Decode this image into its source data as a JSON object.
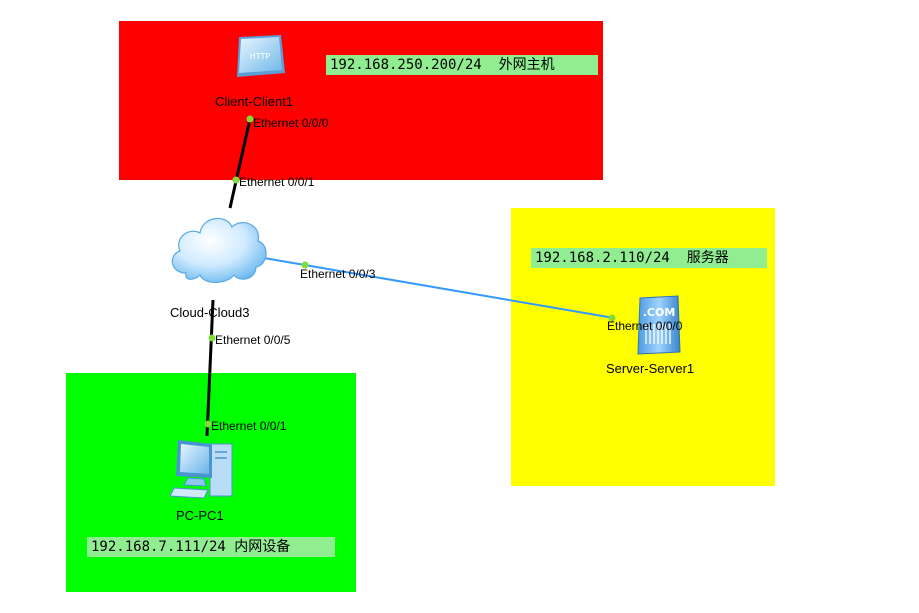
{
  "zones": {
    "external": {
      "color": "#ff0000",
      "note": "192.168.250.200/24  外网主机"
    },
    "server": {
      "color": "#ffff00",
      "note": "192.168.2.110/24  服务器"
    },
    "internal": {
      "color": "#00ff00",
      "note": "192.168.7.111/24 内网设备"
    }
  },
  "devices": {
    "client": {
      "label": "Client-Client1",
      "icon": "http-client-icon",
      "icon_text": "HTTP"
    },
    "cloud": {
      "label": "Cloud-Cloud3",
      "icon": "cloud-icon"
    },
    "server": {
      "label": "Server-Server1",
      "icon": "server-icon",
      "icon_text": ".COM"
    },
    "pc": {
      "label": "PC-PC1",
      "icon": "pc-icon"
    }
  },
  "ports": {
    "client_eth": "Ethernet 0/0/0",
    "cloud_eth1": "Ethernet 0/0/1",
    "cloud_eth3": "Ethernet 0/0/3",
    "cloud_eth5": "Ethernet 0/0/5",
    "pc_eth": "Ethernet 0/0/1",
    "server_eth": "Ethernet 0/0/0"
  },
  "links": {
    "copper_color": "#000000",
    "server_link_color": "#3399ff",
    "port_dot_color": "#7fdc3c"
  }
}
